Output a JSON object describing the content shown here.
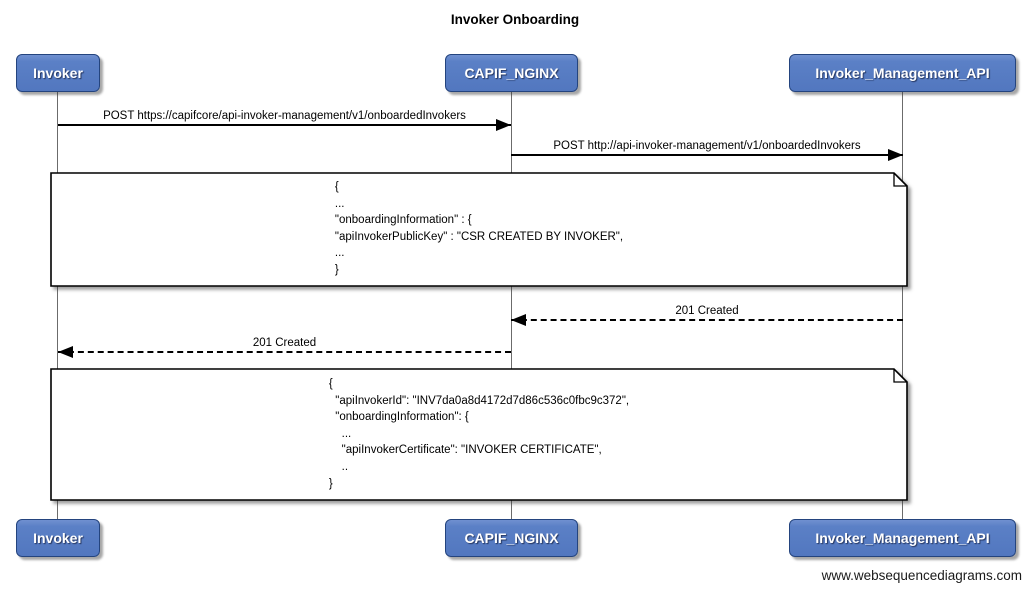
{
  "title": "Invoker Onboarding",
  "actors": [
    {
      "name": "Invoker"
    },
    {
      "name": "CAPIF_NGINX"
    },
    {
      "name": "Invoker_Management_API"
    }
  ],
  "messages": [
    {
      "label": "POST https://capifcore/api-invoker-management/v1/onboardedInvokers",
      "from": "Invoker",
      "to": "CAPIF_NGINX",
      "line": "solid"
    },
    {
      "label": "POST http://api-invoker-management/v1/onboardedInvokers",
      "from": "CAPIF_NGINX",
      "to": "Invoker_Management_API",
      "line": "solid"
    },
    {
      "label": "201 Created",
      "from": "Invoker_Management_API",
      "to": "CAPIF_NGINX",
      "line": "dashed"
    },
    {
      "label": "201 Created",
      "from": "CAPIF_NGINX",
      "to": "Invoker",
      "line": "dashed"
    }
  ],
  "notes": [
    {
      "text": "{\n...\n\"onboardingInformation\" : {\n\"apiInvokerPublicKey\" : \"CSR CREATED BY INVOKER\",\n...\n}"
    },
    {
      "text": "{\n  \"apiInvokerId\": \"INV7da0a8d4172d7d86c536c0fbc9c372\",\n  \"onboardingInformation\": {\n    ...\n    \"apiInvokerCertificate\": \"INVOKER CERTIFICATE\",\n    ..\n}"
    }
  ],
  "watermark": "www.websequencediagrams.com",
  "colors": {
    "actor_fill": "#5b80c6",
    "actor_border": "#24447e",
    "actor_text": "#ffffff",
    "line": "#000000",
    "lifeline": "#6b6b6b",
    "note_fill": "#ffffff",
    "background": "#ffffff"
  }
}
